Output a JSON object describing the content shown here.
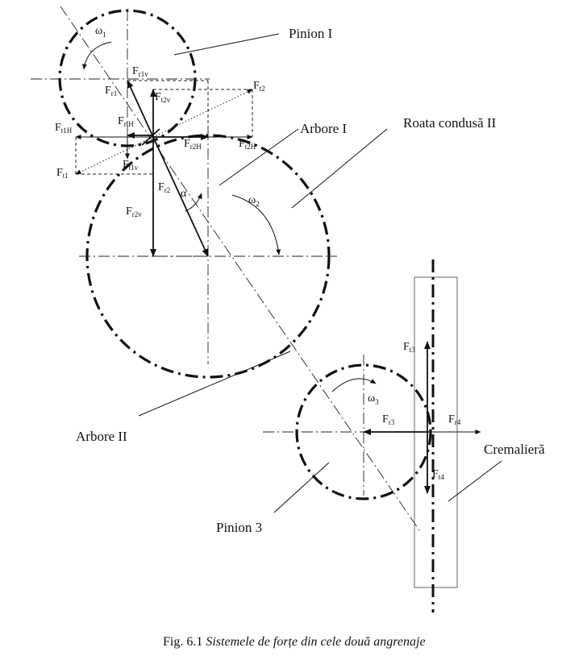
{
  "labels": {
    "pinion_1": "Pinion I",
    "arbore_1": "Arbore I",
    "roata_condusa": "Roata condusă II",
    "arbore_2": "Arbore II",
    "pinion_3": "Pinion 3",
    "cremaliera": "Cremalieră"
  },
  "symbols": {
    "omega1": {
      "main": "ω",
      "sub": "1"
    },
    "omega2": {
      "main": "ω",
      "sub": "2"
    },
    "omega3": {
      "main": "ω",
      "sub": "3"
    },
    "alpha": "α",
    "Fr1v": {
      "main": "F",
      "sub": "r1v"
    },
    "Fr1": {
      "main": "F",
      "sub": "r1"
    },
    "Ft2v": {
      "main": "F",
      "sub": "t2v"
    },
    "Ft2": {
      "main": "F",
      "sub": "t2"
    },
    "FrtH": {
      "main": "F",
      "sub": "rtH"
    },
    "Ft1H": {
      "main": "F",
      "sub": "t1H"
    },
    "Fr2H": {
      "main": "F",
      "sub": "r2H"
    },
    "Ft2H": {
      "main": "F",
      "sub": "t2H"
    },
    "Ft1v": {
      "main": "F",
      "sub": "t1v"
    },
    "Ft1": {
      "main": "F",
      "sub": "t1"
    },
    "Fr2": {
      "main": "F",
      "sub": "r2"
    },
    "Fr2v": {
      "main": "F",
      "sub": "r2v"
    },
    "Ft3": {
      "main": "F",
      "sub": "t3"
    },
    "Fr3": {
      "main": "F",
      "sub": "r3"
    },
    "Fr4": {
      "main": "F",
      "sub": "r4"
    },
    "Ft4": {
      "main": "F",
      "sub": "t4"
    }
  },
  "caption": {
    "prefix": "Fig. 6.1",
    "text": "Sistemele de forțe din cele două angrenaje"
  }
}
